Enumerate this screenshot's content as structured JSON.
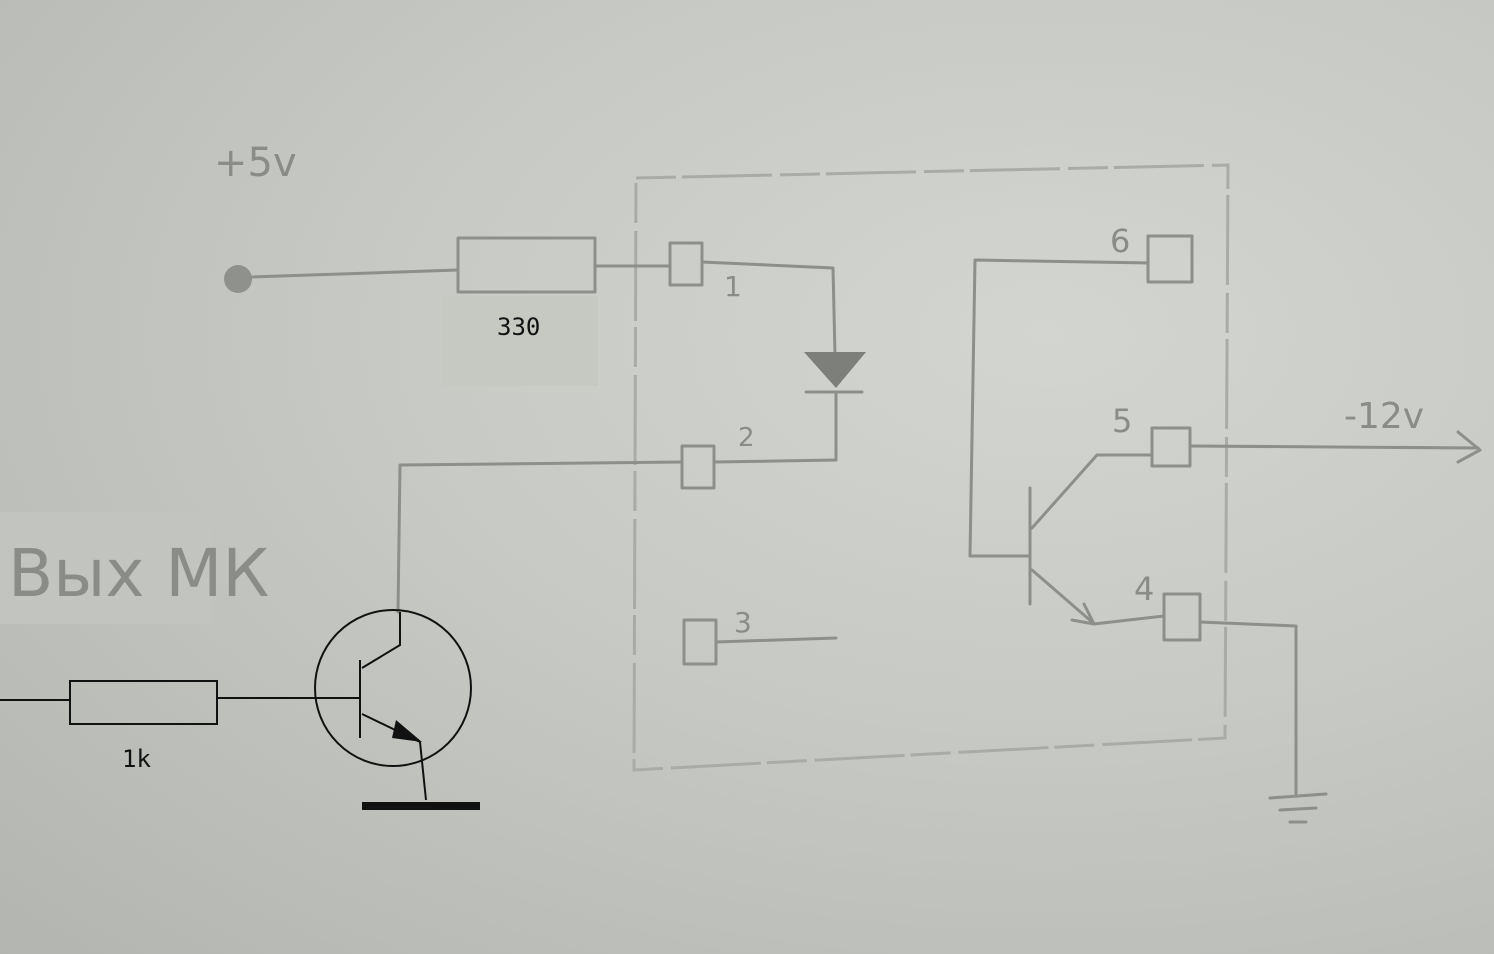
{
  "labels": {
    "supply_positive": "+5v",
    "resistor_led": "330",
    "resistor_base": "1k",
    "input_label": "Вых МК",
    "supply_negative": "-12v",
    "pins": [
      "1",
      "2",
      "3",
      "4",
      "5",
      "6"
    ]
  }
}
